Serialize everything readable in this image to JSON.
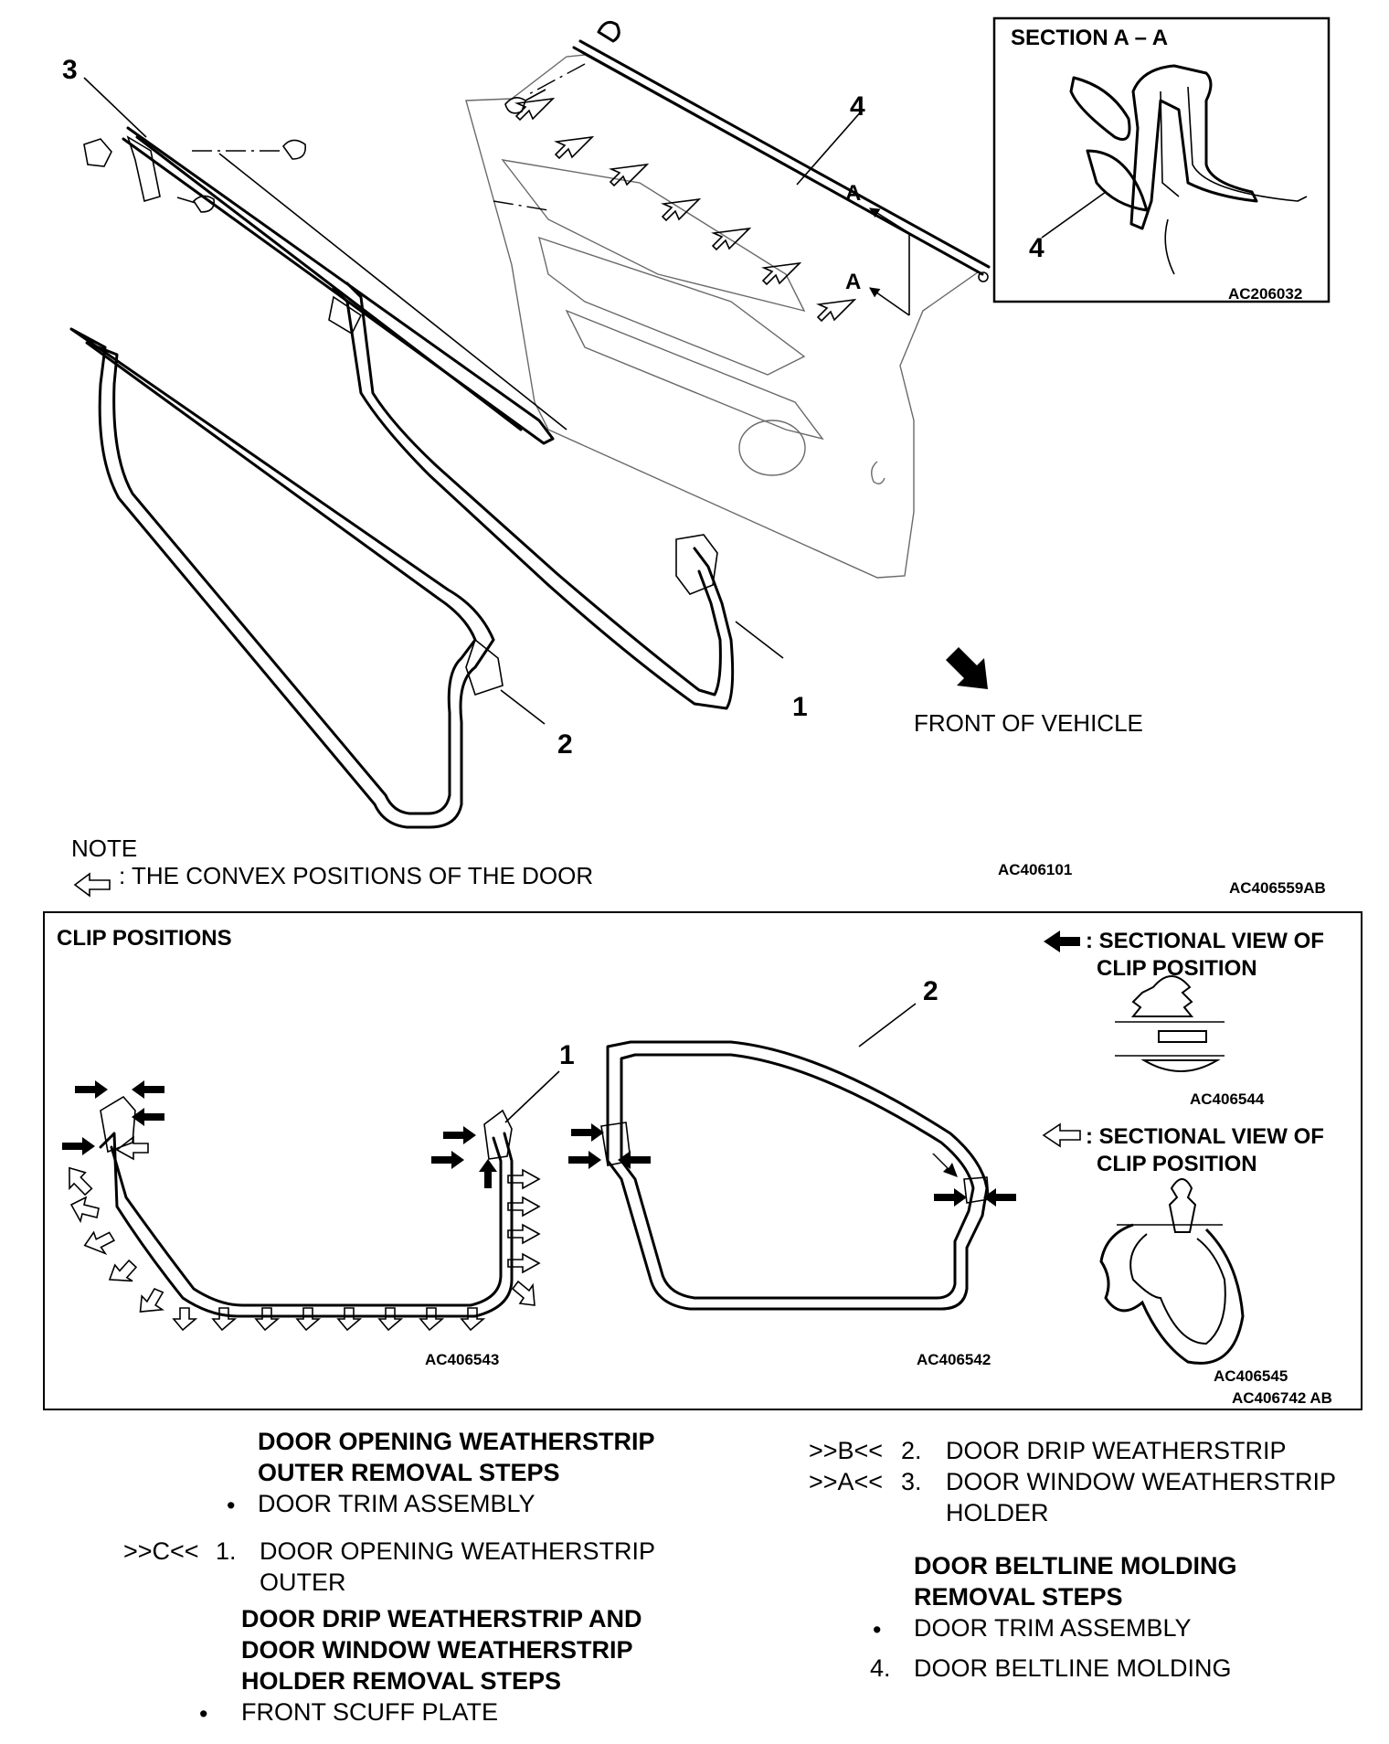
{
  "top_figure": {
    "callouts": [
      "1",
      "2",
      "3",
      "4"
    ],
    "section_marker": "A",
    "front_label": "FRONT OF VEHICLE",
    "note_title": "NOTE",
    "note_text": ": THE CONVEX POSITIONS OF THE DOOR",
    "codes": {
      "main": "AC406101",
      "sheet": "AC406559AB"
    }
  },
  "section_box": {
    "title": "SECTION A – A",
    "callout": "4",
    "code": "AC206032"
  },
  "clip_box": {
    "title": "CLIP POSITIONS",
    "callouts": [
      "1",
      "2"
    ],
    "legend_solid": {
      "line1": ": SECTIONAL VIEW OF",
      "line2": "CLIP POSITION",
      "code": "AC406544"
    },
    "legend_hollow": {
      "line1": ": SECTIONAL VIEW OF",
      "line2": "CLIP POSITION",
      "code": "AC406545"
    },
    "codes": {
      "left": "AC406543",
      "mid": "AC406542",
      "sheet": "AC406742 AB"
    }
  },
  "steps": {
    "col1": {
      "heading1_l1": "DOOR OPENING WEATHERSTRIP",
      "heading1_l2": "OUTER REMOVAL STEPS",
      "bullet1": "DOOR TRIM ASSEMBLY",
      "step1_ref": ">>C<<",
      "step1_num": "1.",
      "step1_l1": "DOOR OPENING WEATHERSTRIP",
      "step1_l2": "OUTER",
      "heading2_l1": "DOOR DRIP WEATHERSTRIP AND",
      "heading2_l2": "DOOR WINDOW WEATHERSTRIP",
      "heading2_l3": "HOLDER REMOVAL STEPS",
      "bullet2": "FRONT SCUFF PLATE"
    },
    "col2": {
      "step2_ref": ">>B<<",
      "step2_num": "2.",
      "step2_text": "DOOR DRIP WEATHERSTRIP",
      "step3_ref": ">>A<<",
      "step3_num": "3.",
      "step3_l1": "DOOR WINDOW WEATHERSTRIP",
      "step3_l2": "HOLDER",
      "heading3_l1": "DOOR BELTLINE MOLDING",
      "heading3_l2": "REMOVAL STEPS",
      "bullet3": "DOOR TRIM ASSEMBLY",
      "step4_num": "4.",
      "step4_text": "DOOR BELTLINE MOLDING"
    }
  }
}
